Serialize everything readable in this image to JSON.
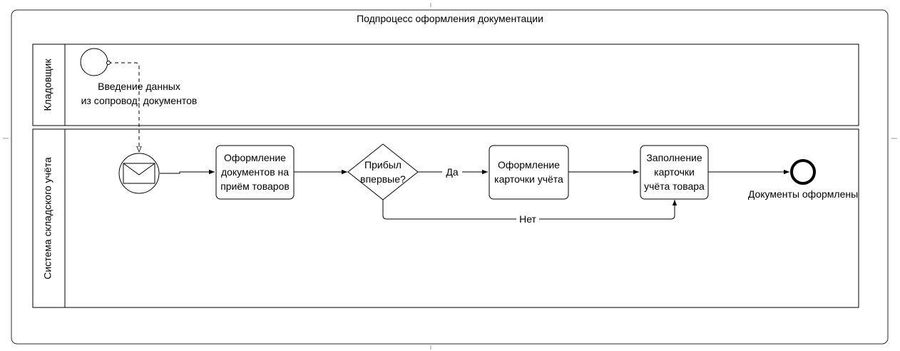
{
  "pool": {
    "title": "Подпроцесс оформления документации"
  },
  "lanes": [
    {
      "label": "Кладовщик"
    },
    {
      "label": "Система складского учёта"
    }
  ],
  "events": {
    "start": {
      "label_line1": "Введение данных",
      "label_line2": "из сопровод. документов"
    },
    "message_catch": {
      "icon": "envelope-icon"
    },
    "end": {
      "label": "Документы оформлены"
    }
  },
  "tasks": {
    "receipt_docs": {
      "line1": "Оформление",
      "line2": "документов на",
      "line3": "приём товаров"
    },
    "account_card": {
      "line1": "Оформление",
      "line2": "карточки учёта"
    },
    "fill_card": {
      "line1": "Заполнение",
      "line2": "карточки",
      "line3": "учёта товара"
    }
  },
  "gateway": {
    "line1": "Прибыл",
    "line2": "впервые?",
    "yes_label": "Да",
    "no_label": "Нет"
  },
  "colors": {
    "stroke": "#000000",
    "frame": "#2b2b2b",
    "background": "#ffffff"
  }
}
